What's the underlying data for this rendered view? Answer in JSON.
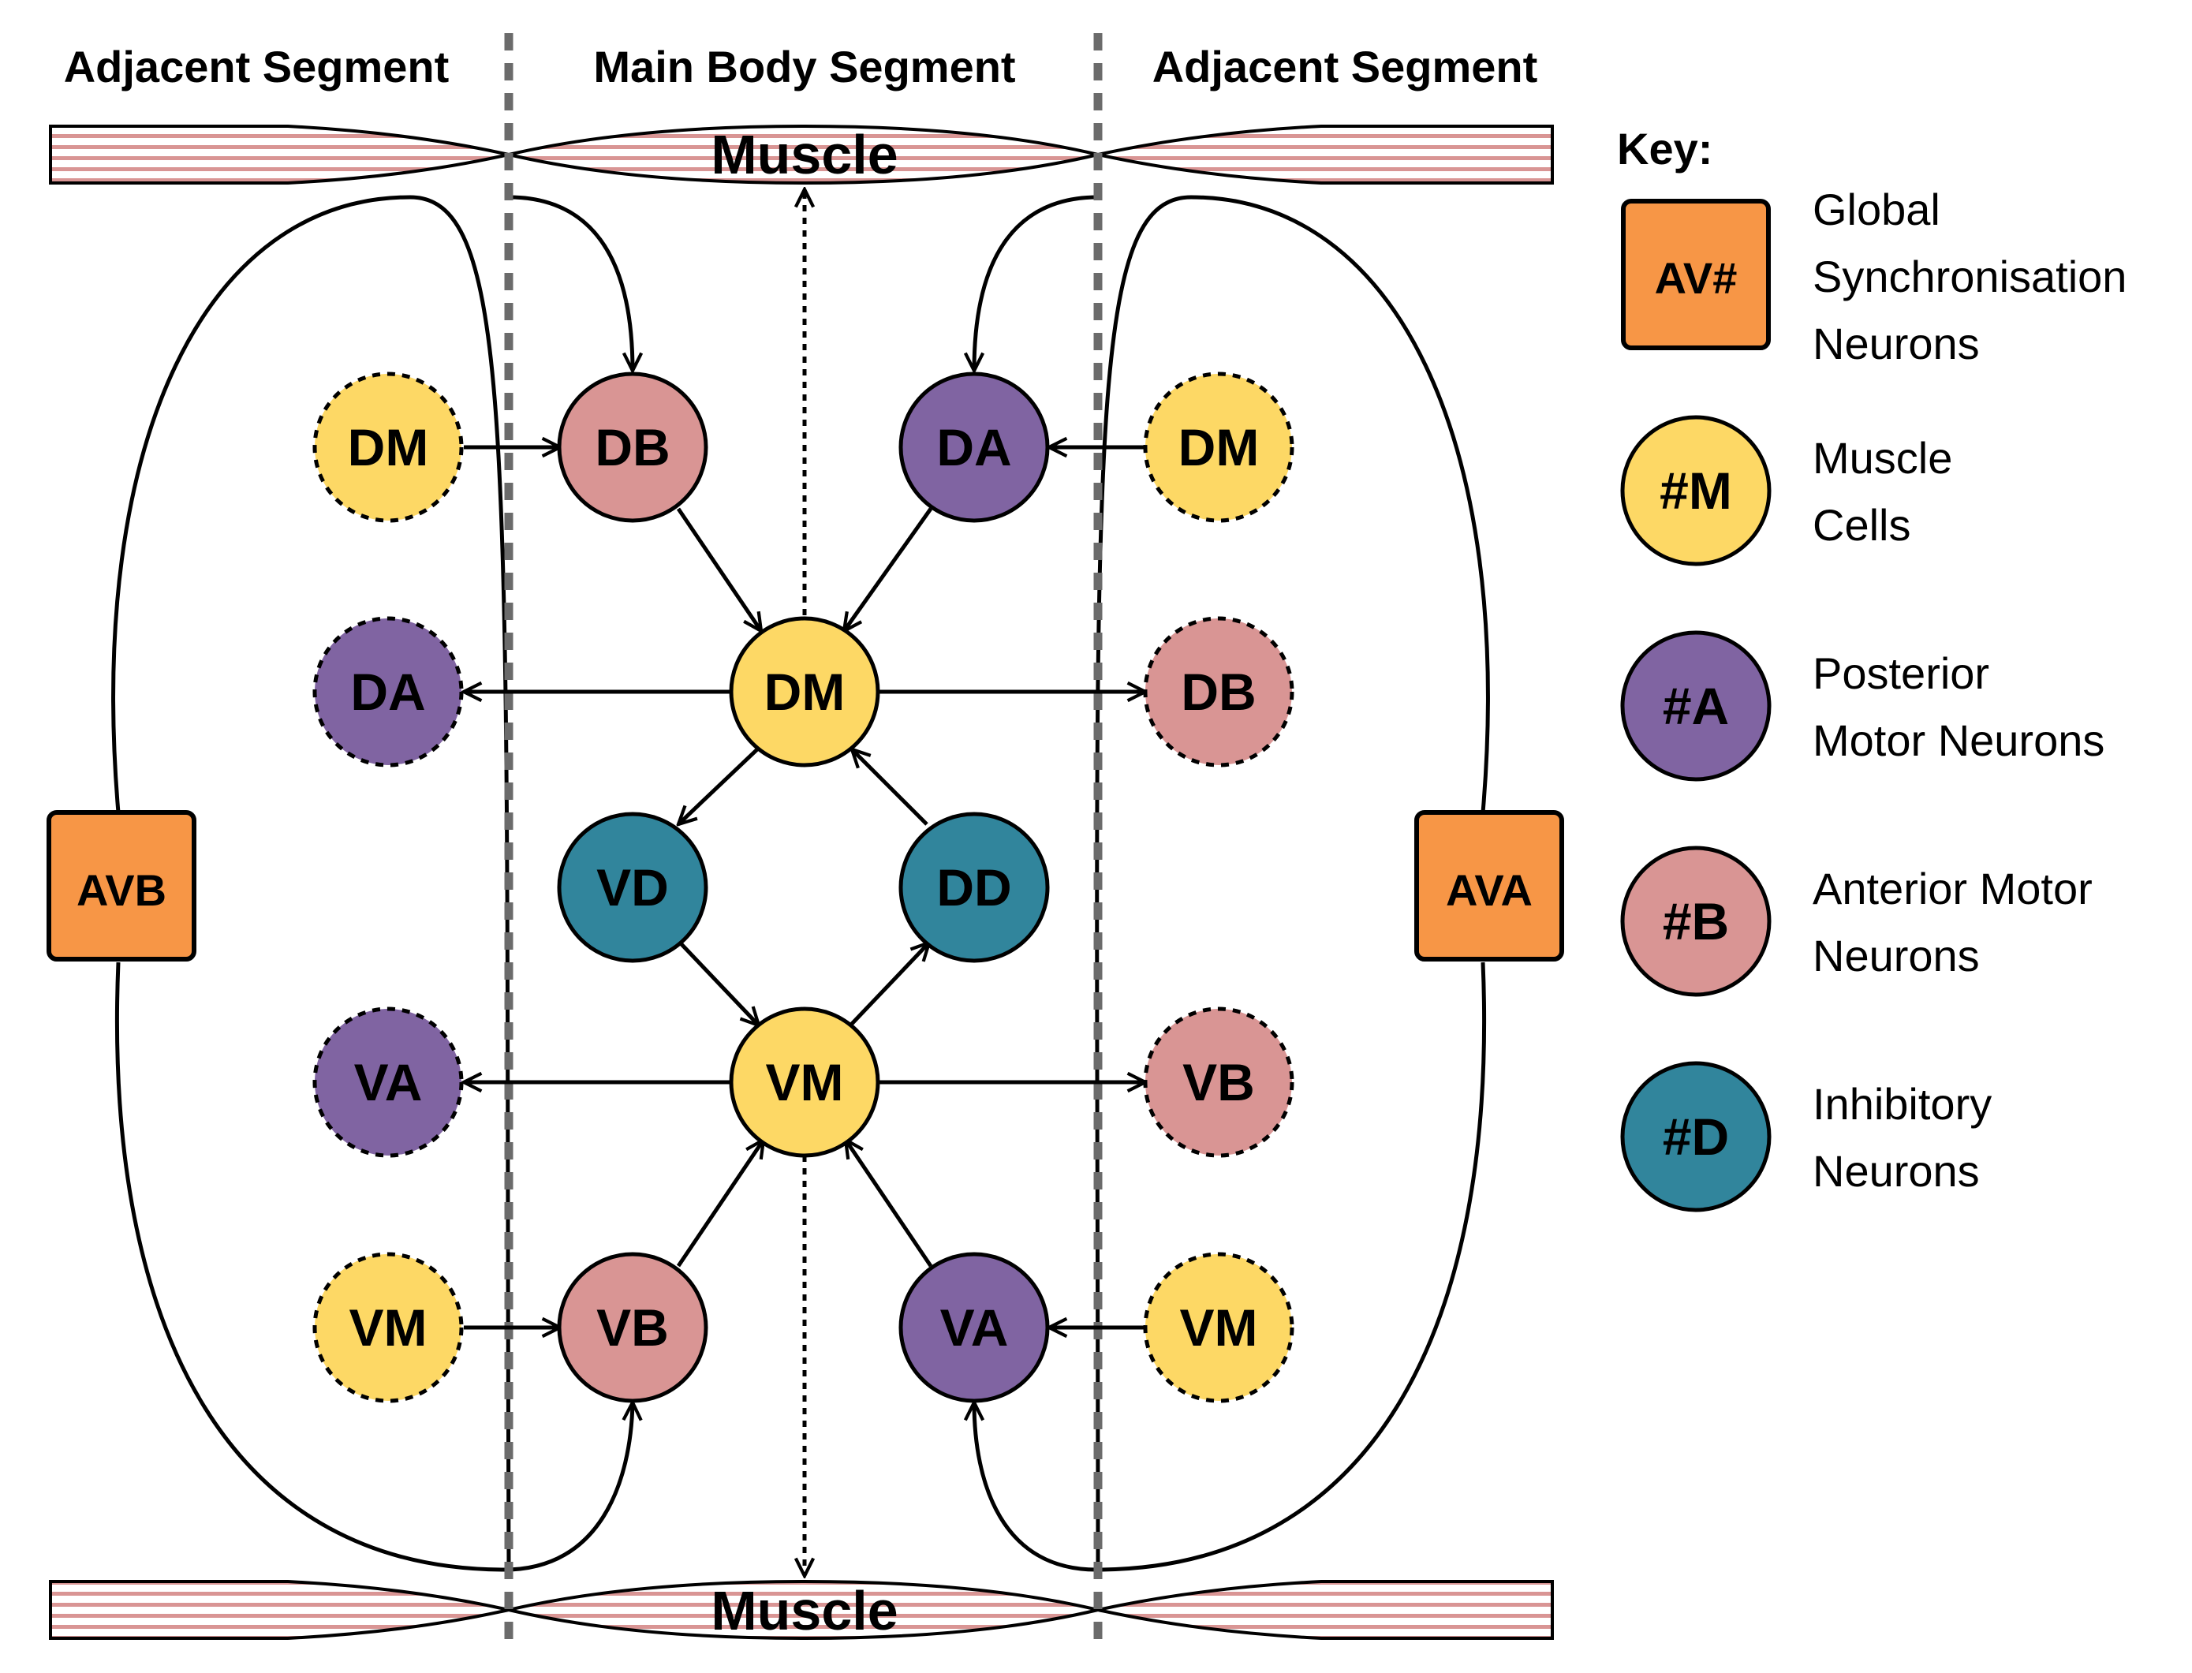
{
  "headers": {
    "left": "Adjacent Segment",
    "center": "Main Body Segment",
    "right": "Adjacent Segment"
  },
  "muscle_label": "Muscle",
  "colors": {
    "M": "#FDD865",
    "A": "#8064A2",
    "B": "#D99594",
    "D": "#31859C",
    "AV": "#F79646",
    "muscle_stripe": "#D99594",
    "divider": "#6b6b6b"
  },
  "nodes": {
    "dm_adj_left": "DM",
    "db_main": "DB",
    "da_main": "DA",
    "dm_adj_right": "DM",
    "da_adj_left": "DA",
    "dm_main": "DM",
    "db_adj_right": "DB",
    "vd_main": "VD",
    "dd_main": "DD",
    "va_adj_left": "VA",
    "vm_main": "VM",
    "vb_adj_right": "VB",
    "vm_adj_left": "VM",
    "vb_main": "VB",
    "va_main": "VA",
    "vm_adj_right": "VM",
    "avb": "AVB",
    "ava": "AVA"
  },
  "key": {
    "title": "Key:",
    "items": [
      {
        "symbol": "AV#",
        "shape": "square",
        "color_key": "AV",
        "lines": [
          "Global",
          "Synchronisation",
          "Neurons"
        ]
      },
      {
        "symbol": "#M",
        "shape": "circle",
        "color_key": "M",
        "lines": [
          "Muscle",
          "Cells"
        ]
      },
      {
        "symbol": "#A",
        "shape": "circle",
        "color_key": "A",
        "lines": [
          "Posterior",
          "Motor Neurons"
        ]
      },
      {
        "symbol": "#B",
        "shape": "circle",
        "color_key": "B",
        "lines": [
          "Anterior Motor",
          "Neurons"
        ]
      },
      {
        "symbol": "#D",
        "shape": "circle",
        "color_key": "D",
        "lines": [
          "Inhibitory",
          "Neurons"
        ]
      }
    ]
  }
}
